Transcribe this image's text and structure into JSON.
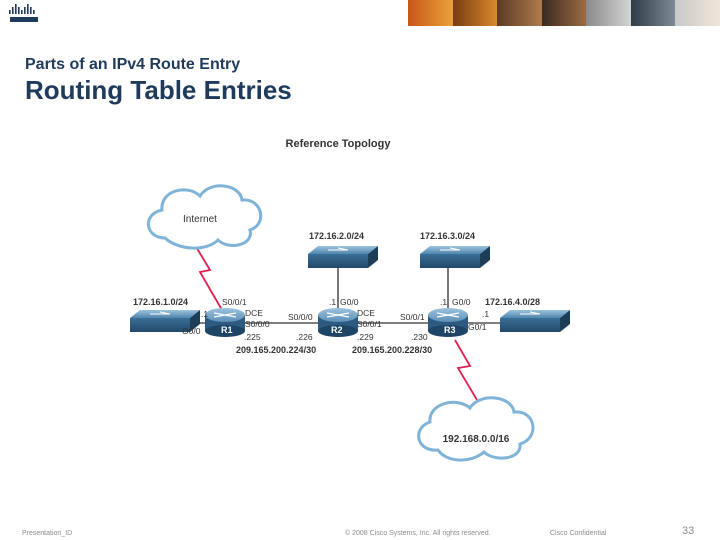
{
  "header": {
    "subtitle": "Parts of an IPv4 Route Entry",
    "title": "Routing Table Entries"
  },
  "diagram": {
    "title": "Reference Topology",
    "internet_label": "Internet",
    "remote_net": "192.168.0.0/16",
    "switches": {
      "s1_net": "172.16.1.0/24",
      "s2_net": "172.16.2.0/24",
      "s3_net": "172.16.3.0/24",
      "s4_net": "172.16.4.0/28"
    },
    "routers": {
      "r1": "R1",
      "r2": "R2",
      "r3": "R3"
    },
    "labels": {
      "r1_s001": "S0/0/1",
      "r1_dot1": ".1",
      "r1_g00": "G0/0",
      "r1_dce": "DCE",
      "r1_s000": "S0/0/0",
      "r1_225": ".225",
      "r2_dot1": ".1",
      "r2_g00": "G0/0",
      "r2_s000": "S0/0/0",
      "r2_dce": "DCE",
      "r2_s001": "S0/0/1",
      "r2_226": ".226",
      "r2_229": ".229",
      "r3_dot1_top": ".1",
      "r3_g00": "G0/0",
      "r3_s001": "S0/0/1",
      "r3_dot1_right": ".1",
      "r3_g01": "G0/1",
      "r3_230": ".230",
      "link1_net": "209.165.200.224/30",
      "link2_net": "209.165.200.228/30"
    }
  },
  "footer": {
    "left": "Presentation_ID",
    "center": "© 2008 Cisco Systems, Inc. All rights reserved.",
    "right": "Cisco Confidential",
    "page": "33"
  }
}
